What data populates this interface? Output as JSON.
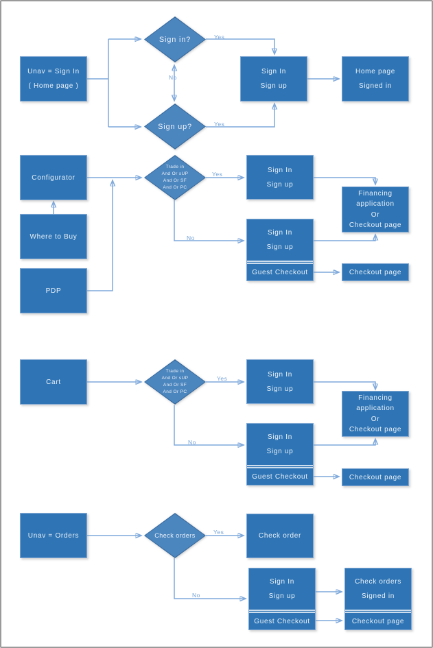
{
  "colors": {
    "page_border": "#9A9A9A",
    "box_fill": "#2F75B5",
    "box_border": "#7FA7D3",
    "box_text": "#E9F0F8",
    "diamond_fill": "#4C86BF",
    "diamond_border": "#36699E",
    "arrow": "#7FA9DB",
    "arrowhead": "#4E86C2",
    "label_text": "#76A3D8"
  },
  "s1": {
    "unav": {
      "lines": [
        "Unav = Sign In",
        "( Home page )"
      ]
    },
    "d_signin": "Sign in?",
    "d_signup": "Sign up?",
    "signin": {
      "lines": [
        "Sign In",
        "Sign up"
      ]
    },
    "home": {
      "lines": [
        "Home page",
        "Signed in"
      ]
    },
    "labels": {
      "yes1": "Yes",
      "yes2": "Yes",
      "no": "No"
    }
  },
  "s2": {
    "configurator": "Configurator",
    "where_to_buy": "Where to Buy",
    "pdp": "PDP",
    "diamond": {
      "lines": [
        "Trade in",
        "And Or sUP",
        "And Or SF",
        "And Or PC"
      ]
    },
    "yes_box": {
      "lines": [
        "Sign In",
        "Sign up"
      ]
    },
    "no_box": {
      "lines": [
        "Sign In",
        "Sign up"
      ],
      "guest": "Guest Checkout"
    },
    "financing": {
      "lines": [
        "Financing",
        "application",
        "Or",
        "Checkout page"
      ]
    },
    "checkout": "Checkout page",
    "labels": {
      "yes": "Yes",
      "no": "No"
    }
  },
  "s3": {
    "cart": "Cart",
    "diamond": {
      "lines": [
        "Trade in",
        "And Or sUP",
        "And Or SF",
        "And Or PC"
      ]
    },
    "yes_box": {
      "lines": [
        "Sign In",
        "Sign up"
      ]
    },
    "no_box": {
      "lines": [
        "Sign In",
        "Sign up"
      ],
      "guest": "Guest Checkout"
    },
    "financing": {
      "lines": [
        "Financing",
        "application",
        "Or",
        "Checkout page"
      ]
    },
    "checkout": "Checkout page",
    "labels": {
      "yes": "Yes",
      "no": "No"
    }
  },
  "s4": {
    "unav_orders": "Unav = Orders",
    "diamond": "Check orders",
    "check_order": "Check order",
    "no_box": {
      "lines": [
        "Sign In",
        "Sign up"
      ],
      "guest": "Guest Checkout"
    },
    "result": {
      "lines": [
        "Check orders",
        "Signed in"
      ],
      "checkout": "Checkout page"
    },
    "labels": {
      "yes": "Yes",
      "no": "No"
    }
  }
}
